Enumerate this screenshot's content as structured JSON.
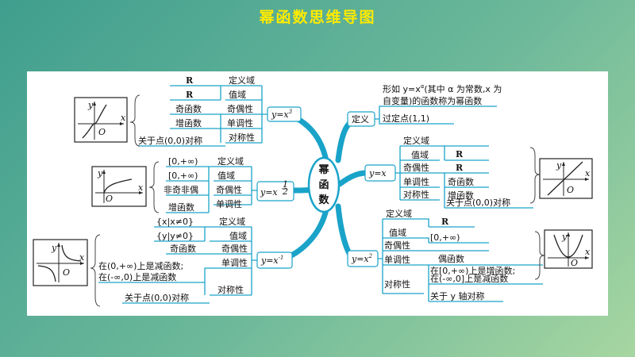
{
  "title": "幂函数思维导图",
  "center": {
    "chars": [
      "幂",
      "函",
      "数"
    ]
  },
  "definition": {
    "label": "定义",
    "text_line1": "形如 y=x",
    "alpha": "α",
    "text_line1_rest": "(其中 α 为常数,x 为",
    "text_line2": "自变量)的函数称为幂函数",
    "fixed_point": "过定点(1,1)"
  },
  "cube": {
    "func_base": "y=x",
    "func_exp": "3",
    "props": [
      "定义域",
      "值域",
      "奇偶性",
      "单调性",
      "对称性"
    ],
    "vals": [
      "R",
      "R",
      "奇函数",
      "增函数",
      "关于点(0,0)对称"
    ]
  },
  "sqrt": {
    "func_base": "y=x",
    "func_exp_num": "1",
    "func_exp_den": "2",
    "props": [
      "定义域",
      "值域",
      "奇偶性",
      "单调性"
    ],
    "vals": [
      "[0,+∞)",
      "[0,+∞)",
      "非奇非偶",
      "增函数"
    ]
  },
  "inverse": {
    "func_base": "y=x",
    "func_exp": "-1",
    "props": [
      "定义域",
      "值域",
      "奇偶性",
      "单调性",
      "对称性"
    ],
    "vals": [
      "{x|x≠0}",
      "{y|y≠0}",
      "奇函数",
      "在(0,+∞)上是减函数;",
      "在(-∞,0)上是减函数",
      "关于点(0,0)对称"
    ]
  },
  "linear": {
    "func": "y=x",
    "props": [
      "定义域",
      "值域",
      "奇偶性",
      "单调性",
      "对称性"
    ],
    "vals": [
      "R",
      "R",
      "奇函数",
      "增函数",
      "关于点(0,0)对称"
    ]
  },
  "square": {
    "func_base": "y=x",
    "func_exp": "2",
    "props": [
      "定义域",
      "值域",
      "奇偶性",
      "单调性",
      "对称性"
    ],
    "vals": [
      "R",
      "[0,+∞)",
      "偶函数",
      "在[0,+∞)上是增函数;",
      "在(-∞,0]上是减函数",
      "关于 y 轴对称"
    ]
  },
  "graph_labels": {
    "x": "x",
    "y": "y",
    "o": "O"
  }
}
